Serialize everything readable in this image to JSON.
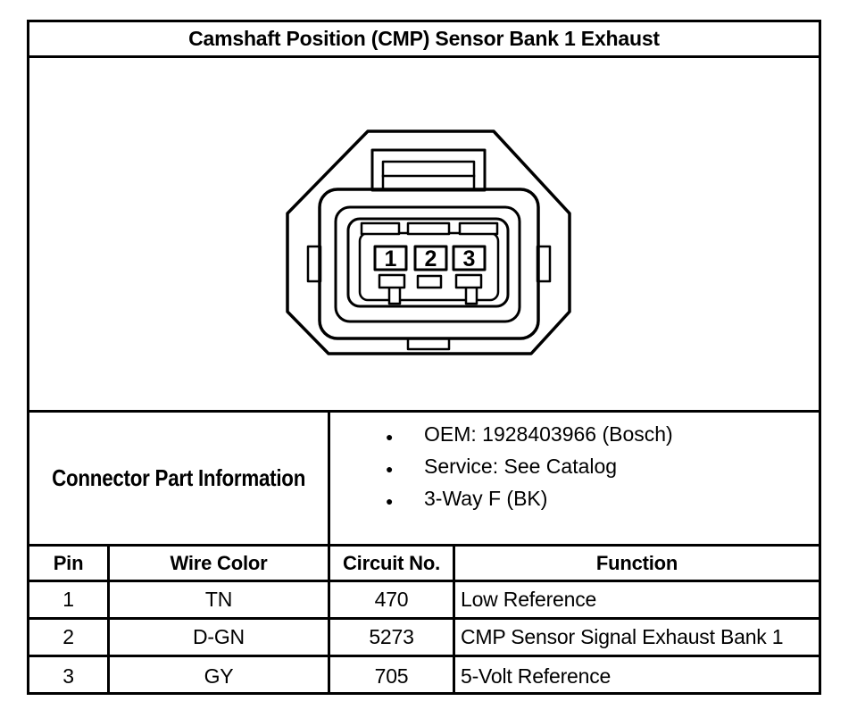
{
  "colors": {
    "ink": "#000000",
    "paper": "#ffffff"
  },
  "title": "Camshaft Position (CMP) Sensor Bank 1 Exhaust",
  "diagram": {
    "description": "3-way female connector face view",
    "pins": [
      "1",
      "2",
      "3"
    ]
  },
  "part_info": {
    "label": "Connector Part Information",
    "bullet_char": "●",
    "bullets": [
      "OEM: 1928403966 (Bosch)",
      "Service: See Catalog",
      "3-Way F (BK)"
    ]
  },
  "pin_table": {
    "headers": {
      "pin": "Pin",
      "wire_color": "Wire Color",
      "circuit_no": "Circuit No.",
      "function": "Function"
    },
    "rows": [
      {
        "pin": "1",
        "wire_color": "TN",
        "circuit_no": "470",
        "function": "Low Reference"
      },
      {
        "pin": "2",
        "wire_color": "D-GN",
        "circuit_no": "5273",
        "function": "CMP Sensor Signal Exhaust Bank 1"
      },
      {
        "pin": "3",
        "wire_color": "GY",
        "circuit_no": "705",
        "function": "5-Volt Reference"
      }
    ]
  }
}
